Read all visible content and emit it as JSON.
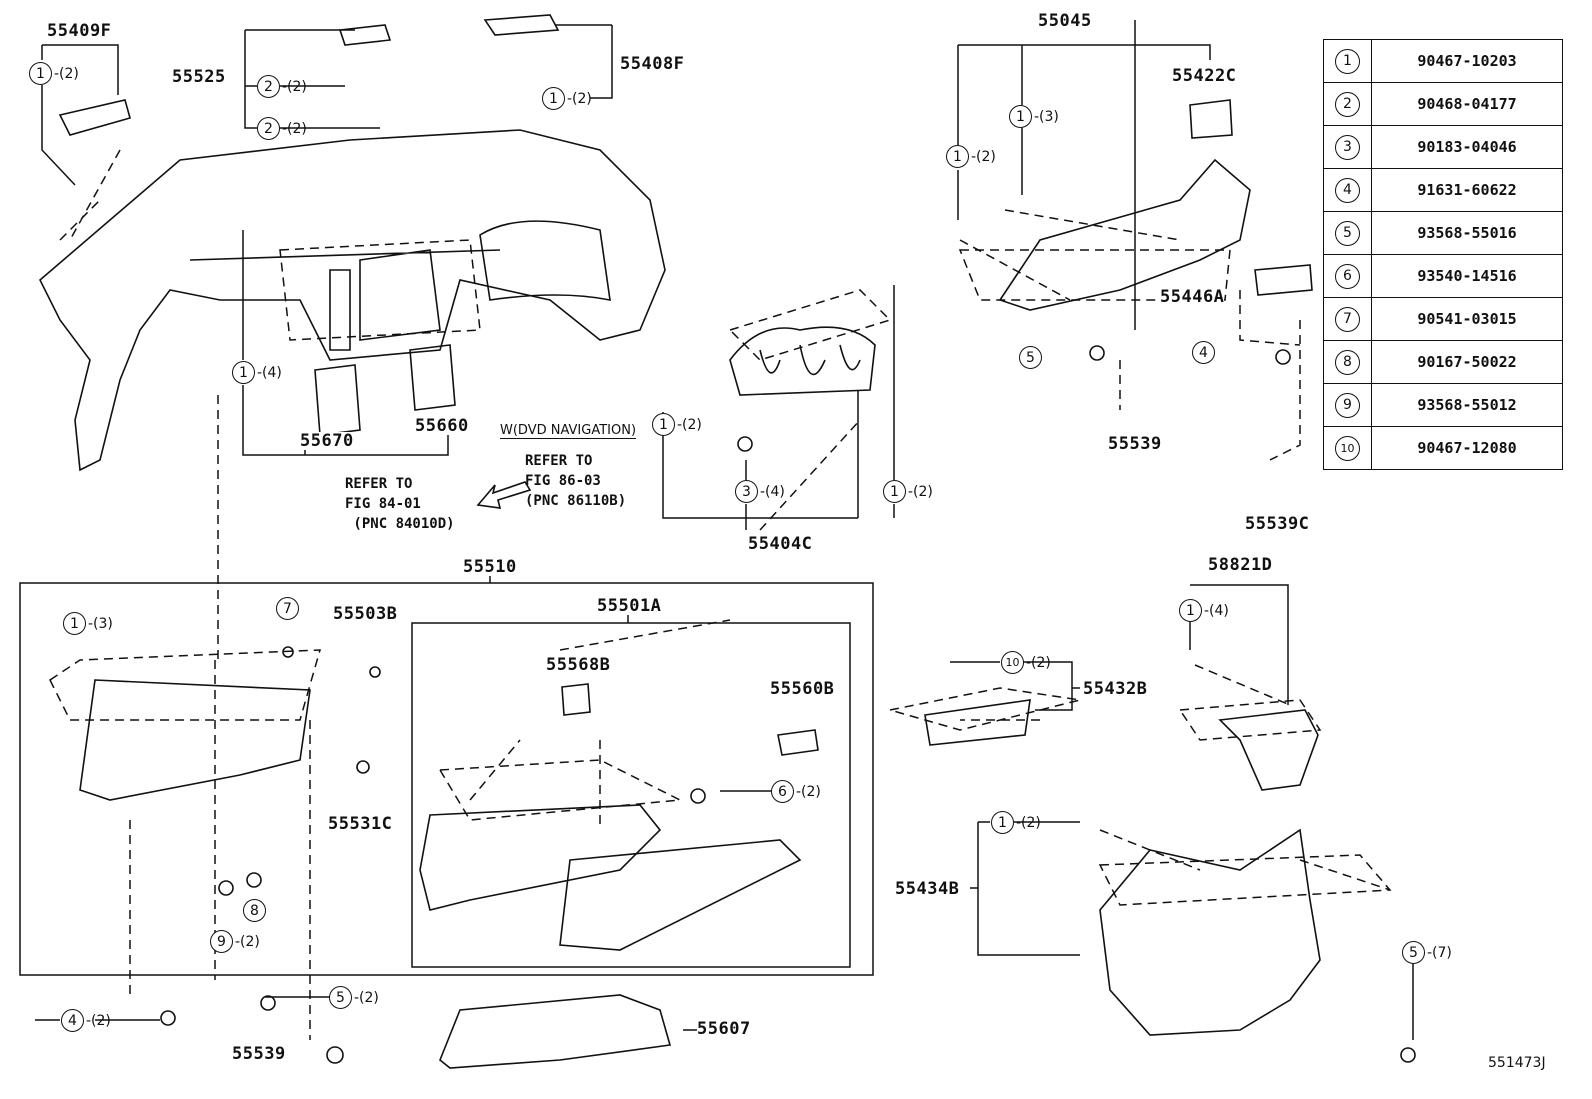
{
  "figure_id": "551473J",
  "part_labels": {
    "p55409F": "55409F",
    "p55525": "55525",
    "p55408F": "55408F",
    "p55045": "55045",
    "p55422C": "55422C",
    "p55446A": "55446A",
    "p55539a": "55539",
    "p55539C": "55539C",
    "p55670": "55670",
    "p55660": "55660",
    "p55404C": "55404C",
    "p55510": "55510",
    "p55501A": "55501A",
    "p58821D": "58821D",
    "p55503B": "55503B",
    "p55568B": "55568B",
    "p55560B": "55560B",
    "p55432B": "55432B",
    "p55531C": "55531C",
    "p55434B": "55434B",
    "p55607": "55607",
    "p55539b": "55539"
  },
  "notes": {
    "dvd": "W(DVD NAVIGATION)",
    "refer1": "REFER TO\nFIG 84-01\n (PNC 84010D)",
    "refer2": "REFER TO\nFIG 86-03\n(PNC 86110B)"
  },
  "callouts": [
    {
      "num": "1",
      "qty": "-(2)"
    },
    {
      "num": "2",
      "qty": "-(2)"
    },
    {
      "num": "2",
      "qty": "-(2)"
    },
    {
      "num": "1",
      "qty": "-(2)"
    },
    {
      "num": "1",
      "qty": "-(3)"
    },
    {
      "num": "1",
      "qty": "-(2)"
    },
    {
      "num": "5",
      "qty": ""
    },
    {
      "num": "4",
      "qty": ""
    },
    {
      "num": "1",
      "qty": "-(4)"
    },
    {
      "num": "1",
      "qty": "-(2)"
    },
    {
      "num": "3",
      "qty": "-(4)"
    },
    {
      "num": "1",
      "qty": "-(2)"
    },
    {
      "num": "1",
      "qty": "-(3)"
    },
    {
      "num": "7",
      "qty": ""
    },
    {
      "num": "10",
      "qty": "-(2)"
    },
    {
      "num": "1",
      "qty": "-(4)"
    },
    {
      "num": "6",
      "qty": "-(2)"
    },
    {
      "num": "8",
      "qty": ""
    },
    {
      "num": "9",
      "qty": "-(2)"
    },
    {
      "num": "1",
      "qty": "-(2)"
    },
    {
      "num": "5",
      "qty": "-(7)"
    },
    {
      "num": "4",
      "qty": "-(2)"
    },
    {
      "num": "5",
      "qty": "-(2)"
    }
  ],
  "parts_table": [
    {
      "num": "1",
      "part": "90467-10203"
    },
    {
      "num": "2",
      "part": "90468-04177"
    },
    {
      "num": "3",
      "part": "90183-04046"
    },
    {
      "num": "4",
      "part": "91631-60622"
    },
    {
      "num": "5",
      "part": "93568-55016"
    },
    {
      "num": "6",
      "part": "93540-14516"
    },
    {
      "num": "7",
      "part": "90541-03015"
    },
    {
      "num": "8",
      "part": "90167-50022"
    },
    {
      "num": "9",
      "part": "93568-55012"
    },
    {
      "num": "10",
      "part": "90467-12080"
    }
  ]
}
